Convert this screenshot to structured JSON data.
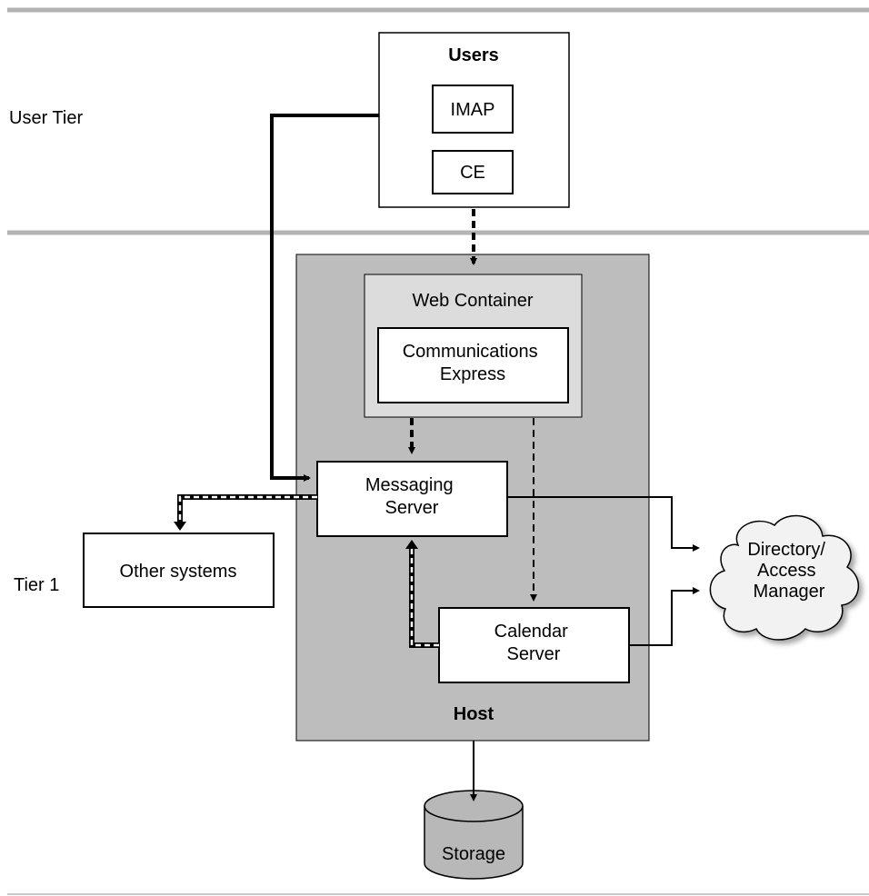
{
  "tiers": {
    "user_tier": "User Tier",
    "tier1": "Tier 1"
  },
  "users_box": {
    "title": "Users",
    "imap": "IMAP",
    "ce": "CE"
  },
  "host": {
    "label": "Host",
    "web_container": "Web Container",
    "communications_express": [
      "Communications",
      "Express"
    ],
    "messaging_server": [
      "Messaging",
      "Server"
    ],
    "calendar_server": [
      "Calendar",
      "Server"
    ]
  },
  "other_systems": "Other systems",
  "directory": [
    "Directory/",
    "Access",
    "Manager"
  ],
  "storage": "Storage",
  "colors": {
    "tier_line": "#b3b3b3",
    "host_fill": "#bdbdbd",
    "web_container_fill": "#dcdcdc",
    "cloud_fill": "#f2f2f2",
    "storage_fill": "#b8b8b8"
  }
}
